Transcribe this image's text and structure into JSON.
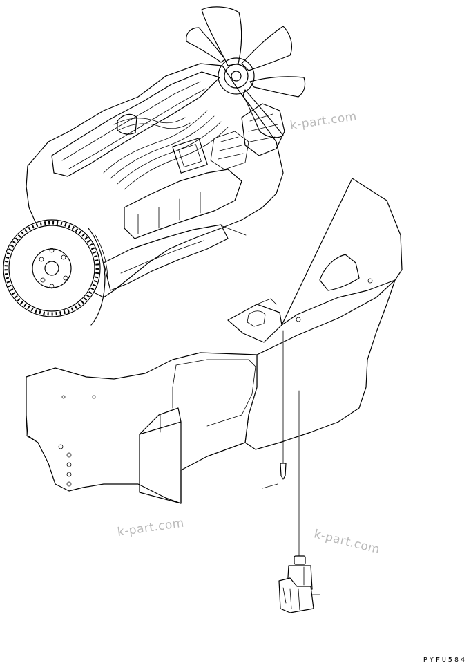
{
  "watermarks": [
    {
      "text": "k-part.com"
    },
    {
      "text": "k-part.com"
    },
    {
      "text": "k-part.com"
    }
  ],
  "drawing_code": "PYFU584"
}
